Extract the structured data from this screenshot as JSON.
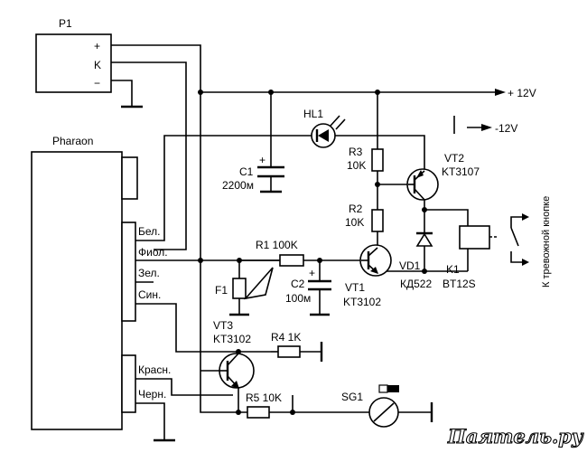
{
  "blocks": {
    "p1": {
      "name": "P1",
      "pins": [
        "+",
        "K",
        "−"
      ]
    },
    "pharaon": {
      "name": "Pharaon"
    }
  },
  "wires": {
    "bel": "Бел.",
    "fiol": "Фиол.",
    "zel": "Зел.",
    "sin": "Син.",
    "krasn": "Красн.",
    "chern": "Черн."
  },
  "supply": {
    "pos": "+ 12V",
    "neg": "-12V"
  },
  "components": {
    "hl1": "HL1",
    "c1": {
      "ref": "C1",
      "value": "2200м"
    },
    "r3": {
      "ref": "R3",
      "value": "10K"
    },
    "r2": {
      "ref": "R2",
      "value": "10K"
    },
    "vt2": {
      "ref": "VT2",
      "type": "KT3107"
    },
    "r1": "R1 100K",
    "c2": {
      "ref": "C2",
      "value": "100м"
    },
    "vt1": {
      "ref": "VT1",
      "type": "KT3102"
    },
    "vd1": {
      "ref": "VD1",
      "type": "КД522"
    },
    "k1": {
      "ref": "K1",
      "type": "BT12S"
    },
    "f1": "F1",
    "vt3": {
      "ref": "VT3",
      "type": "KT3102"
    },
    "r4": "R4 1K",
    "r5": "R5 10K",
    "sg1": "SG1",
    "alarm": "К тревожной кнопке",
    "plus": "+"
  },
  "watermark": "Паяmель.ру"
}
